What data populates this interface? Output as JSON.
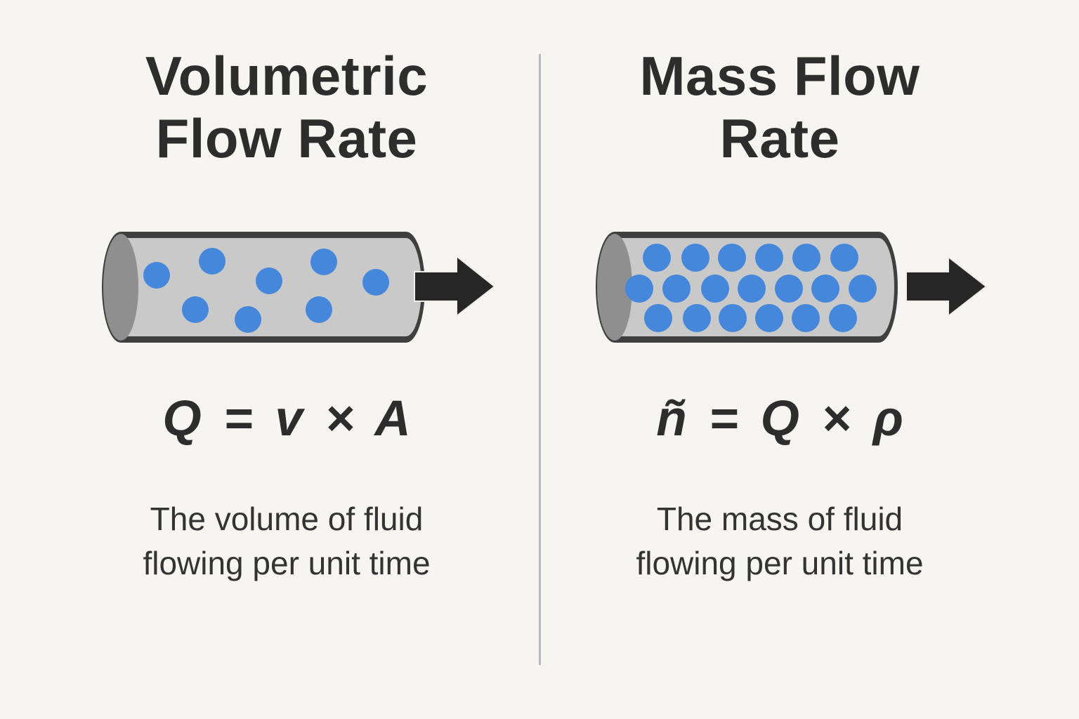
{
  "left_panel": {
    "title_line1": "Volumetric",
    "title_line2": "Flow Rate",
    "formula": "Q = v × A",
    "description_line1": "The volume of fluid",
    "description_line2": "flowing per unit time"
  },
  "right_panel": {
    "title_line1": "Mass Flow",
    "title_line2": "Rate",
    "formula": "ñ = Q × ρ",
    "description_line1": "The mass of fluid",
    "description_line2": "flowing per unit time"
  },
  "illustrations": {
    "left_pipe": {
      "dot_count": 8,
      "density": "sparse",
      "flow_direction": "right"
    },
    "right_pipe": {
      "dot_count": 19,
      "density": "dense",
      "flow_direction": "right"
    }
  },
  "colors": {
    "background": "#f7f5f0",
    "text": "#2d2d2d",
    "divider": "#b7babe",
    "pipe_body": "#c9c9c9",
    "pipe_edge": "#3f3f3f",
    "pipe_cap": "#8f8f8f",
    "fluid_dot_blue": "#4587db",
    "arrow": "#262626"
  }
}
